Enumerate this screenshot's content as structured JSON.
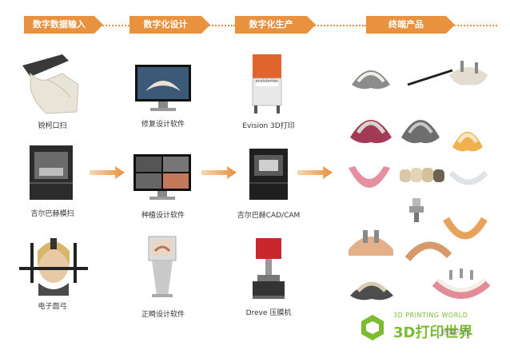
{
  "stages": [
    "数字数据输入",
    "数字化设计",
    "数字化生产",
    "终端产品"
  ],
  "inputs": [
    "锐柯口扫",
    "吉尔巴赫模扫",
    "电子面弓"
  ],
  "design": [
    "修复设计软件",
    "种植设计软件",
    "正畸设计软件"
  ],
  "production": [
    "Evision 3D打印",
    "吉尔巴赫CAD/CAM",
    "Dreve 压膜机"
  ],
  "device_brand": "envisiontec",
  "watermark": {
    "line1": "3D PRINTING WORLD",
    "line2": "3D打印世界",
    "caption": "终端产品"
  },
  "colors": {
    "accent": "#e8913f",
    "watermark": "#7dbb32"
  }
}
